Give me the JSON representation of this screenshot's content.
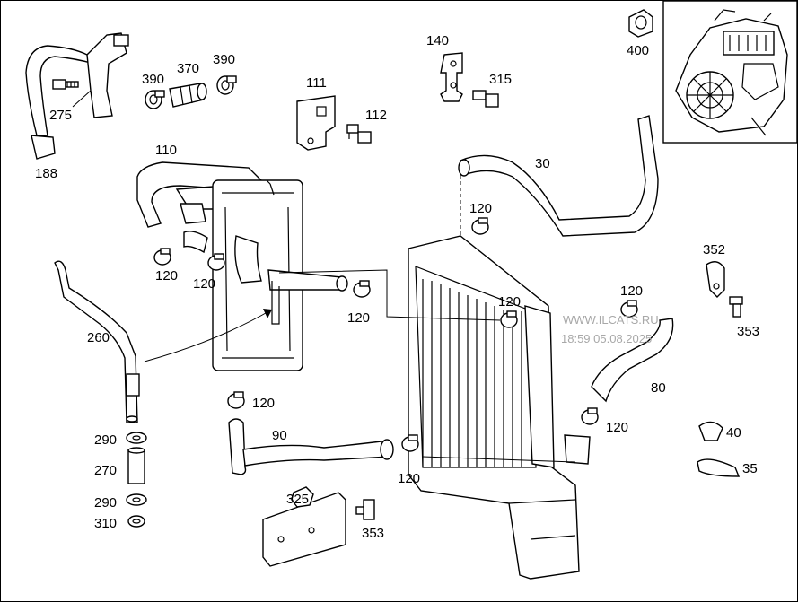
{
  "diagram": {
    "inset_label": "engine-inset-illustration",
    "watermark": {
      "site": "WWW.ILCATS.RU",
      "timestamp": "18:59 05.08.2025"
    },
    "callouts": {
      "c275": "275",
      "c188": "188",
      "c390a": "390",
      "c370": "370",
      "c390b": "390",
      "c111": "111",
      "c112": "112",
      "c140": "140",
      "c315": "315",
      "c400": "400",
      "c110": "110",
      "c120_a": "120",
      "c120_b": "120",
      "c120_c": "120",
      "c120_d": "120",
      "c120_e": "120",
      "c120_f": "120",
      "c120_g": "120",
      "c120_h": "120",
      "c30": "30",
      "c352": "352",
      "c353a": "353",
      "c260": "260",
      "c80": "80",
      "c40": "40",
      "c35": "35",
      "c90": "90",
      "c290a": "290",
      "c270": "270",
      "c290b": "290",
      "c310": "310",
      "c325": "325",
      "c353b": "353"
    }
  },
  "colors": {
    "line": "#000000",
    "background": "#ffffff",
    "watermark": "#a8a8a8"
  }
}
